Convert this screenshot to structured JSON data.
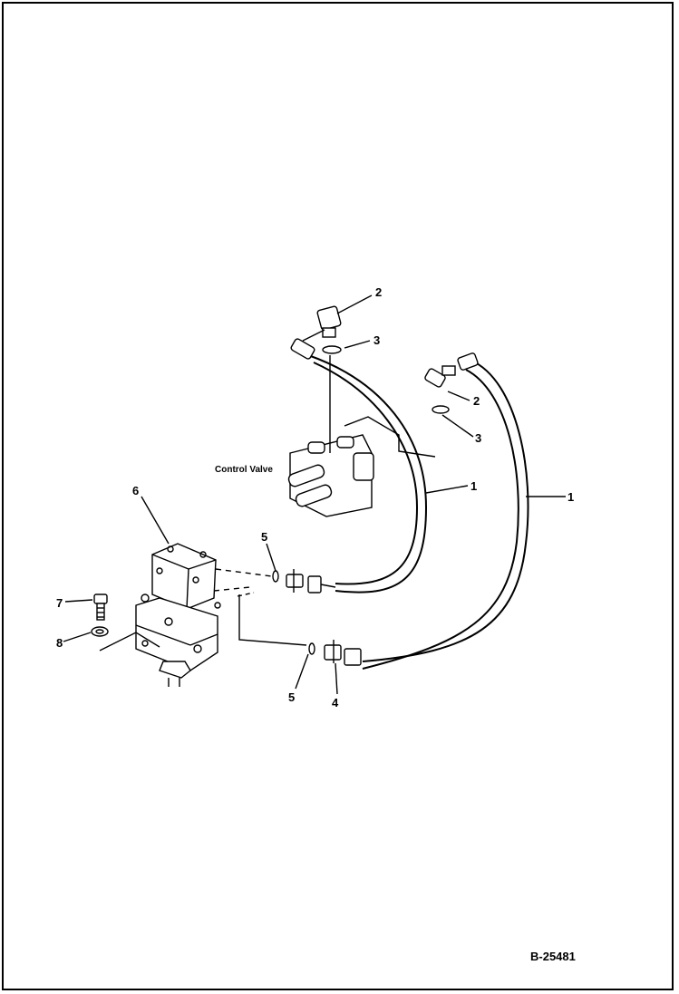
{
  "diagram": {
    "callouts": [
      {
        "id": "c2a",
        "text": "2"
      },
      {
        "id": "c3a",
        "text": "3"
      },
      {
        "id": "c2b",
        "text": "2"
      },
      {
        "id": "c3b",
        "text": "3"
      },
      {
        "id": "c1a",
        "text": "1"
      },
      {
        "id": "c1b",
        "text": "1"
      },
      {
        "id": "c6",
        "text": "6"
      },
      {
        "id": "c5a",
        "text": "5"
      },
      {
        "id": "c7",
        "text": "7"
      },
      {
        "id": "c8",
        "text": "8"
      },
      {
        "id": "c5b",
        "text": "5"
      },
      {
        "id": "c4",
        "text": "4"
      }
    ],
    "component_label": "Control Valve",
    "drawing_code": "B-25481"
  }
}
